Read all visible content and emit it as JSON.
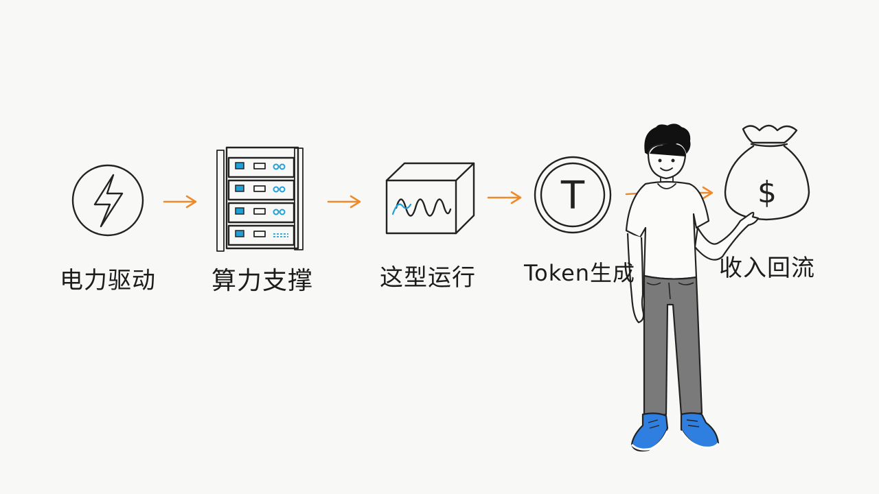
{
  "flow": {
    "steps": [
      {
        "label": "电力驱动",
        "icon": "lightning-bolt-icon"
      },
      {
        "label": "算力支撑",
        "icon": "server-rack-icon"
      },
      {
        "label": "这型运行",
        "icon": "waveform-box-icon"
      },
      {
        "label": "Token生成",
        "icon": "token-coin-icon"
      },
      {
        "label": "收入回流",
        "icon": "money-bag-icon"
      }
    ],
    "arrow_color": "#ef8a2b",
    "accent_blue": "#1fa0d8"
  },
  "colors": {
    "ink": "#222222",
    "background": "#f8f8f7",
    "pants": "#7a7a7a",
    "shoes": "#2f7fe0"
  },
  "symbols": {
    "token_letter": "T",
    "money_sign": "$"
  }
}
